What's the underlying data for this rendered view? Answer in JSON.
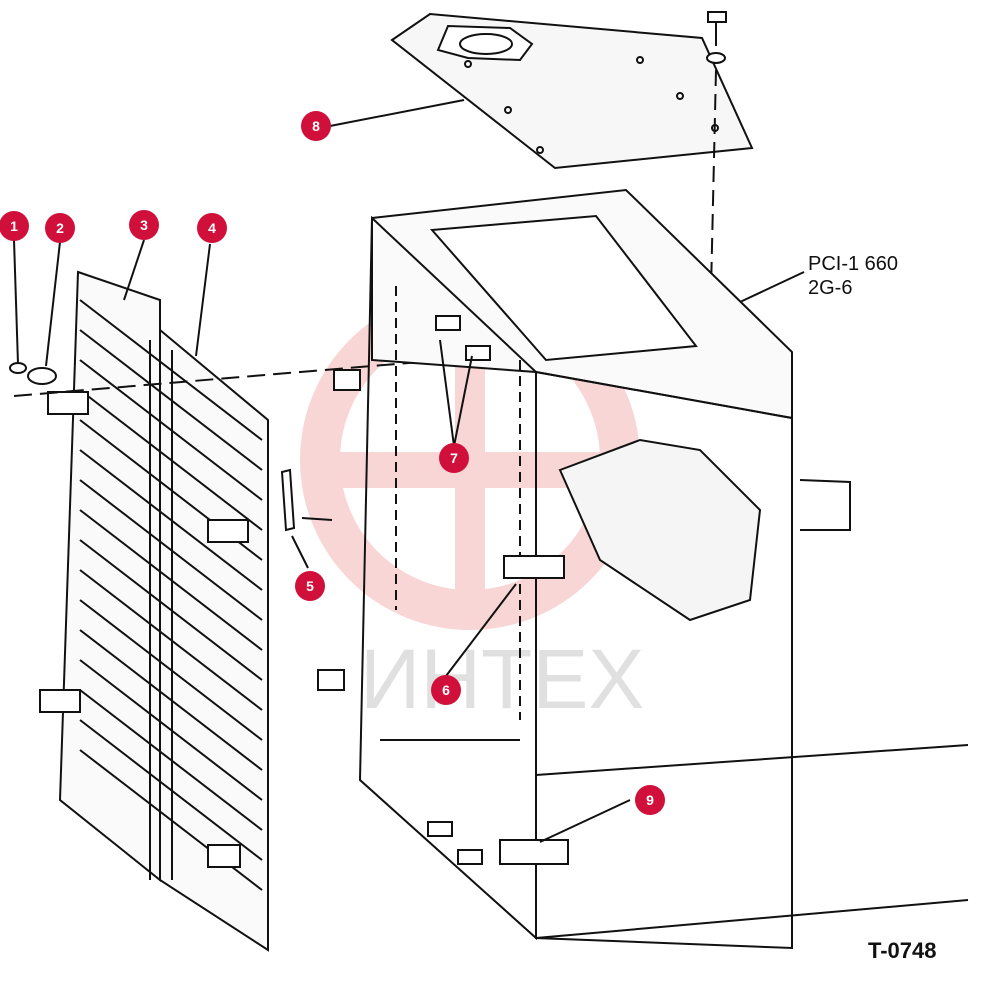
{
  "diagram": {
    "assembly_label_line1": "PCI-1 660",
    "assembly_label_line2": "2G-6",
    "figure_code": "T-0748",
    "watermark_text": "ИНТЕХ",
    "callouts": [
      {
        "id": "1",
        "label": "1"
      },
      {
        "id": "2",
        "label": "2"
      },
      {
        "id": "3",
        "label": "3"
      },
      {
        "id": "4",
        "label": "4"
      },
      {
        "id": "5",
        "label": "5"
      },
      {
        "id": "6",
        "label": "6"
      },
      {
        "id": "7",
        "label": "7"
      },
      {
        "id": "8",
        "label": "8"
      },
      {
        "id": "9",
        "label": "9"
      }
    ]
  },
  "colors": {
    "callout_fill": "#d0103a",
    "line": "#111111",
    "watermark": "#f3c7c7"
  }
}
